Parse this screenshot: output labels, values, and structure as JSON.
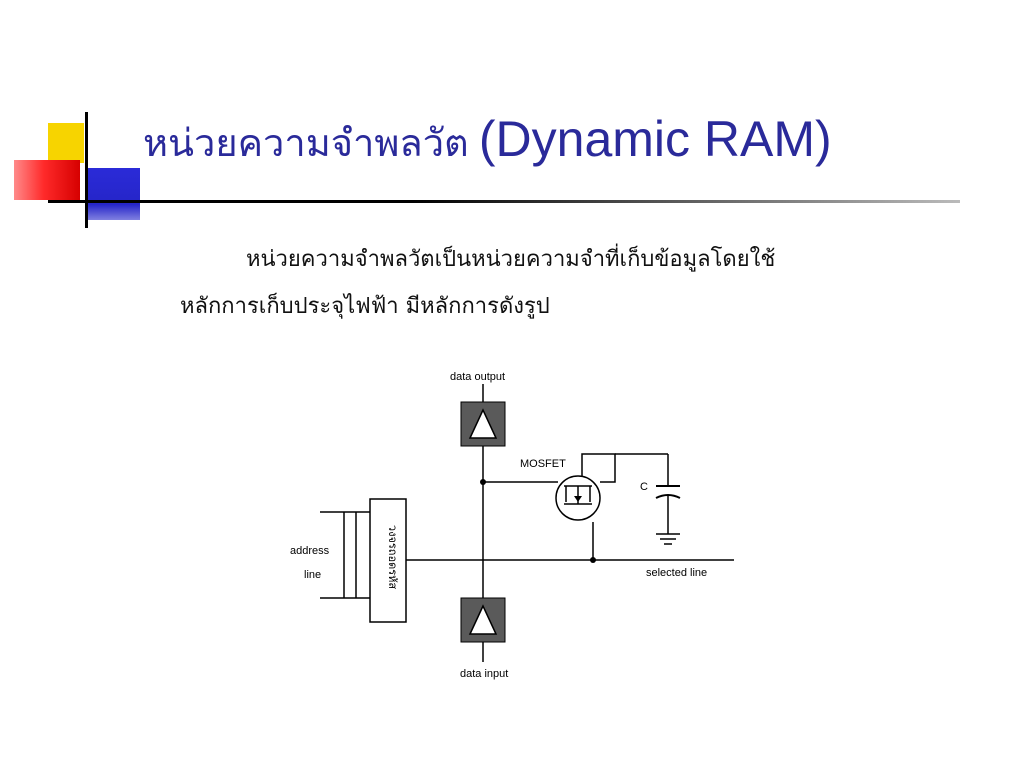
{
  "slide": {
    "title_thai": "หน่วยความจำพลวัต",
    "title_english": "(Dynamic RAM)",
    "body_line1": "หน่วยความจำพลวัตเป็นหน่วยความจำที่เก็บข้อมูลโดยใช้",
    "body_line2": "หลักการเก็บประจุไฟฟ้า มีหลักการดังรูป"
  },
  "diagram": {
    "data_output": "data output",
    "data_input": "data input",
    "mosfet": "MOSFET",
    "capacitor": "C",
    "address_line1": "address",
    "address_line2": "line",
    "decoder": "วงจรถอดรหัส",
    "selected_line": "selected line"
  }
}
